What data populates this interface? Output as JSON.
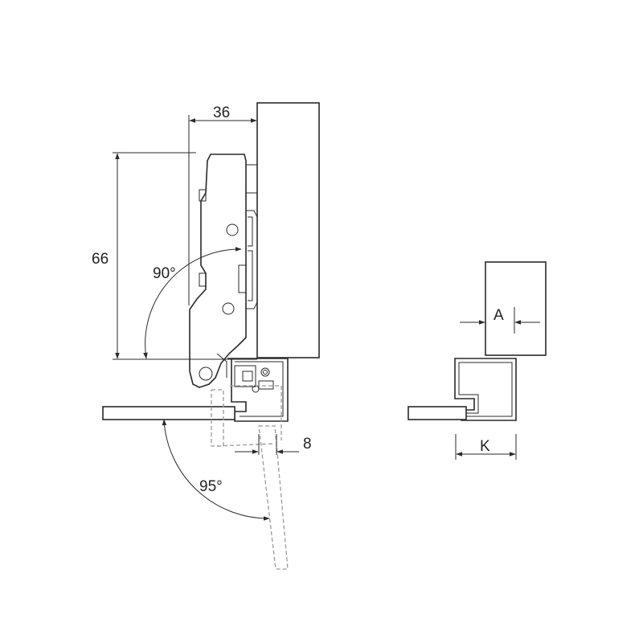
{
  "labels": {
    "dim_width": "36",
    "dim_height": "66",
    "open_angle_hinge": "90°",
    "open_angle_door": "95°",
    "dim_gap": "8",
    "dim_a": "A",
    "dim_k": "K"
  }
}
